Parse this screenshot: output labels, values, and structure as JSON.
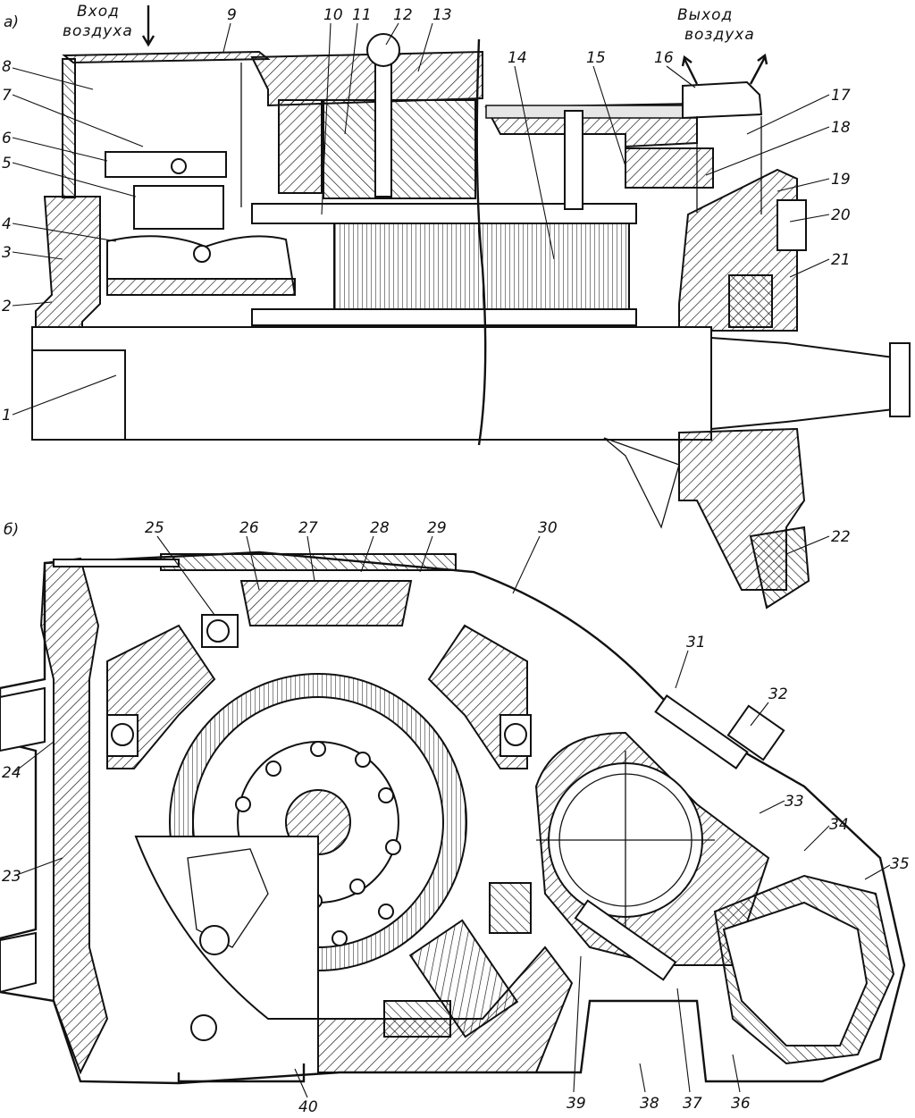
{
  "panel_a": {
    "label": "а)",
    "air_in": [
      "Вход",
      "воздуха"
    ],
    "air_out": [
      "Выход",
      "воздуха"
    ],
    "callouts": [
      "1",
      "2",
      "3",
      "4",
      "5",
      "6",
      "7",
      "8",
      "9",
      "10",
      "11",
      "12",
      "13",
      "14",
      "15",
      "16",
      "17",
      "18",
      "19",
      "20",
      "21",
      "22"
    ]
  },
  "panel_b": {
    "label": "б)",
    "callouts": [
      "23",
      "24",
      "25",
      "26",
      "27",
      "28",
      "29",
      "30",
      "31",
      "32",
      "33",
      "34",
      "35",
      "36",
      "37",
      "38",
      "39",
      "40"
    ]
  }
}
